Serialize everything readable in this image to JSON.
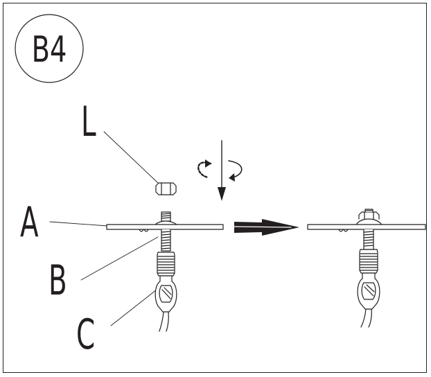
{
  "step": {
    "badge": "B4"
  },
  "labels": {
    "nut": "L",
    "panel": "A",
    "bolt": "B",
    "cable": "C"
  },
  "colors": {
    "ink": "#231f20",
    "background": "#ffffff",
    "arrow_fill": "#231f20"
  },
  "icons": {
    "rotation": "rotate-clockwise-icon",
    "direction": "arrow-down-icon",
    "transition": "arrow-right-icon"
  }
}
